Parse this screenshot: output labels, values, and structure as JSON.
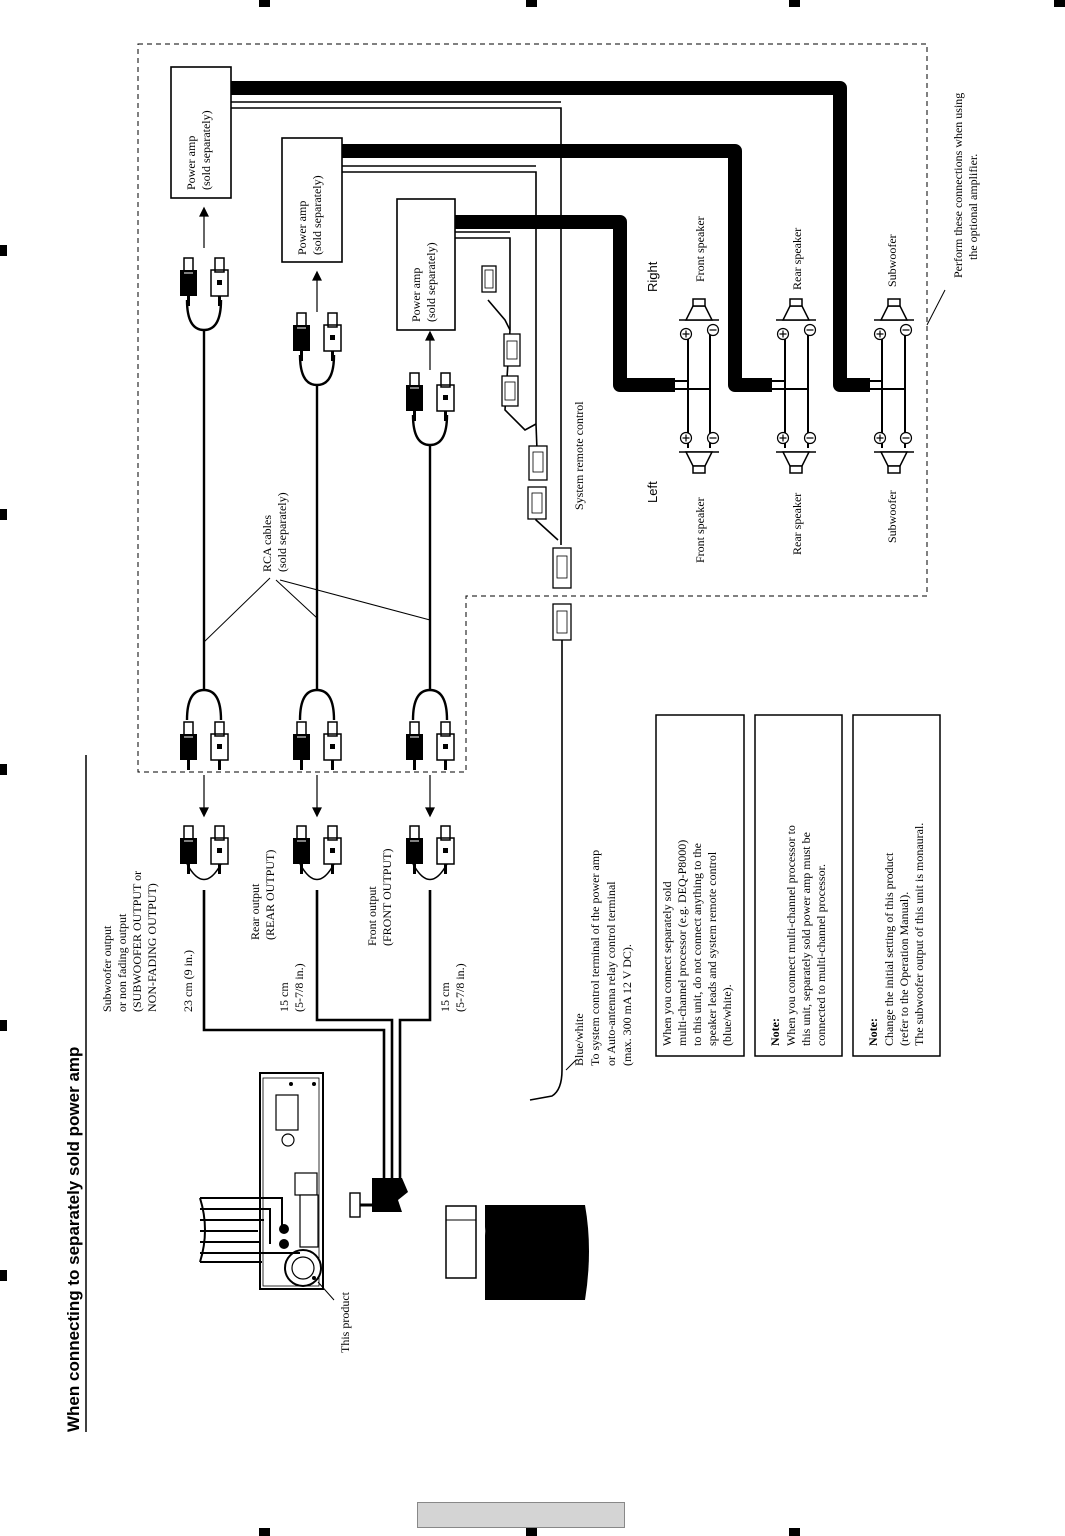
{
  "title": "When connecting to separately sold power amp",
  "product_label": "This product",
  "outputs": {
    "subwoofer": [
      "Subwoofer output",
      "or non fading output",
      "(SUBWOOFER OUTPUT or",
      "NON-FADING OUTPUT)"
    ],
    "rear": [
      "Rear output",
      "(REAR OUTPUT)"
    ],
    "front": [
      "Front output",
      "(FRONT OUTPUT)"
    ]
  },
  "lengths": {
    "sub": "23 cm (9 in.)",
    "rear": [
      "15 cm",
      "(5-7/8 in.)"
    ],
    "front": [
      "15 cm",
      "(5-7/8 in.)"
    ]
  },
  "rca_cables": [
    "RCA cables",
    "(sold separately)"
  ],
  "power_amp": [
    "Power amp",
    "(sold separately)"
  ],
  "system_remote": "System remote control",
  "blue_white": [
    "Blue/white",
    "To system control terminal of the power amp",
    "or Auto-antenna relay control terminal",
    "(max. 300 mA 12 V DC)."
  ],
  "left_label": "Left",
  "right_label": "Right",
  "speakers": {
    "front": "Front speaker",
    "rear": "Rear speaker",
    "sub": "Subwoofer"
  },
  "optional_note": [
    "Perform these connections when using",
    "the optional amplifier."
  ],
  "notes": {
    "box1": [
      "When you connect separately sold",
      "multi-channel processor (e.g. DEQ-P8000)",
      "to this unit, do not connect anything to the",
      "speaker leads and system remote control",
      "(blue/white)."
    ],
    "box2_head": "Note:",
    "box2": [
      "When you connect multi-channel processor to",
      "this unit, separately sold power amp must be",
      "connected to multi-channel processor."
    ],
    "box3_head": "Note:",
    "box3": [
      "Change the initial setting of this product",
      "(refer to the Operation Manual).",
      "The subwoofer output of this unit is monaural."
    ]
  },
  "colors": {
    "ink": "#000000",
    "footer_tab": "#d4d4d4"
  }
}
